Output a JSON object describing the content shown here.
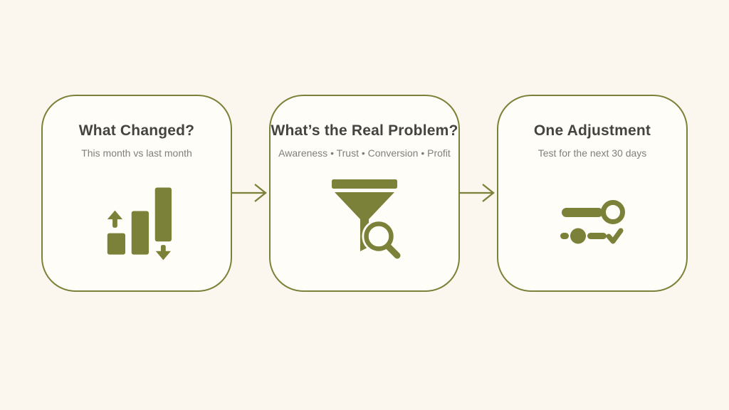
{
  "diagram": {
    "accent_color": "#7b8138",
    "background_color": "#fbf6ee",
    "card_background": "#fffdf8",
    "title_color": "#45443f",
    "subtitle_color": "#817f78",
    "cards": [
      {
        "title": "What Changed?",
        "subtitle": "This month vs last month",
        "icon": "bar-chart-trend-icon"
      },
      {
        "title": "What’s the Real Problem?",
        "subtitle": "Awareness • Trust • Conversion • Profit",
        "icon": "funnel-search-icon"
      },
      {
        "title": "One Adjustment",
        "subtitle": "Test for the next 30 days",
        "icon": "sliders-check-icon"
      }
    ],
    "connectors": [
      {
        "type": "arrow-right"
      },
      {
        "type": "arrow-right"
      }
    ]
  }
}
